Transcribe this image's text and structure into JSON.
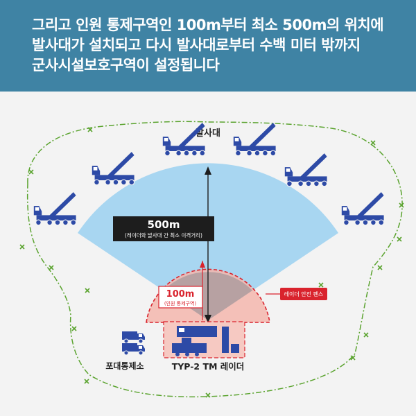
{
  "header": {
    "lines": [
      "그리고 인원 통제구역인 100m부터 최소 500m의 위치에",
      "발사대가 설치되고 다시 발사대로부터 수백 미터 밖까지",
      "군사시설보호구역이 설정됩니다"
    ]
  },
  "diagram": {
    "launcher_label": "발사대",
    "distance_500_title": "500m",
    "distance_500_sub": "(레이더와 발사대 간 최소 이격거리)",
    "distance_100_title": "100m",
    "distance_100_sub": "(인원 통제구역)",
    "fence_label": "레이더 안전 펜스",
    "battery_control_label": "포대통제소",
    "radar_label": "TYP-2 TM 레이더"
  },
  "colors": {
    "header_bg": "#3f83a4",
    "fan_fill": "#a8d6f1",
    "danger_zone_fill": "#f3b6ad",
    "danger_red": "#d9232d",
    "vehicle_blue": "#2d4aa6",
    "boundary_green": "#5aa32e",
    "label_box": "#1d1d1d"
  }
}
